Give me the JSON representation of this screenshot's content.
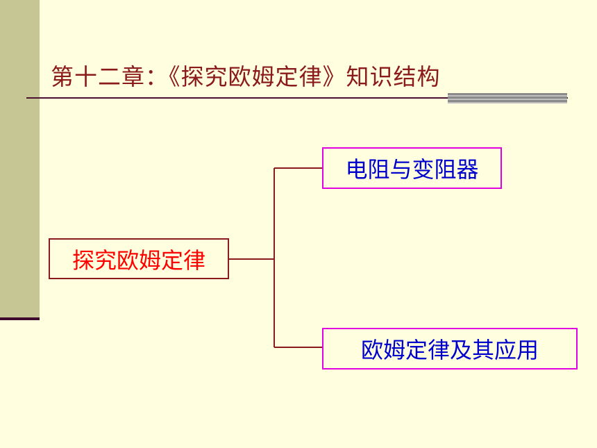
{
  "slide": {
    "title": "第十二章：《探究欧姆定律》知识结构"
  },
  "diagram": {
    "root": "探究欧姆定律",
    "children": [
      "电阻与变阻器",
      "欧姆定律及其应用"
    ]
  },
  "colors": {
    "background": "#ffffe0",
    "side_band": "#c6c694",
    "title_text": "#8b1a1a",
    "root_text": "#ff0000",
    "child_text": "#0000cc",
    "child_border": "#e000e0",
    "connector": "#8b1a1a"
  }
}
